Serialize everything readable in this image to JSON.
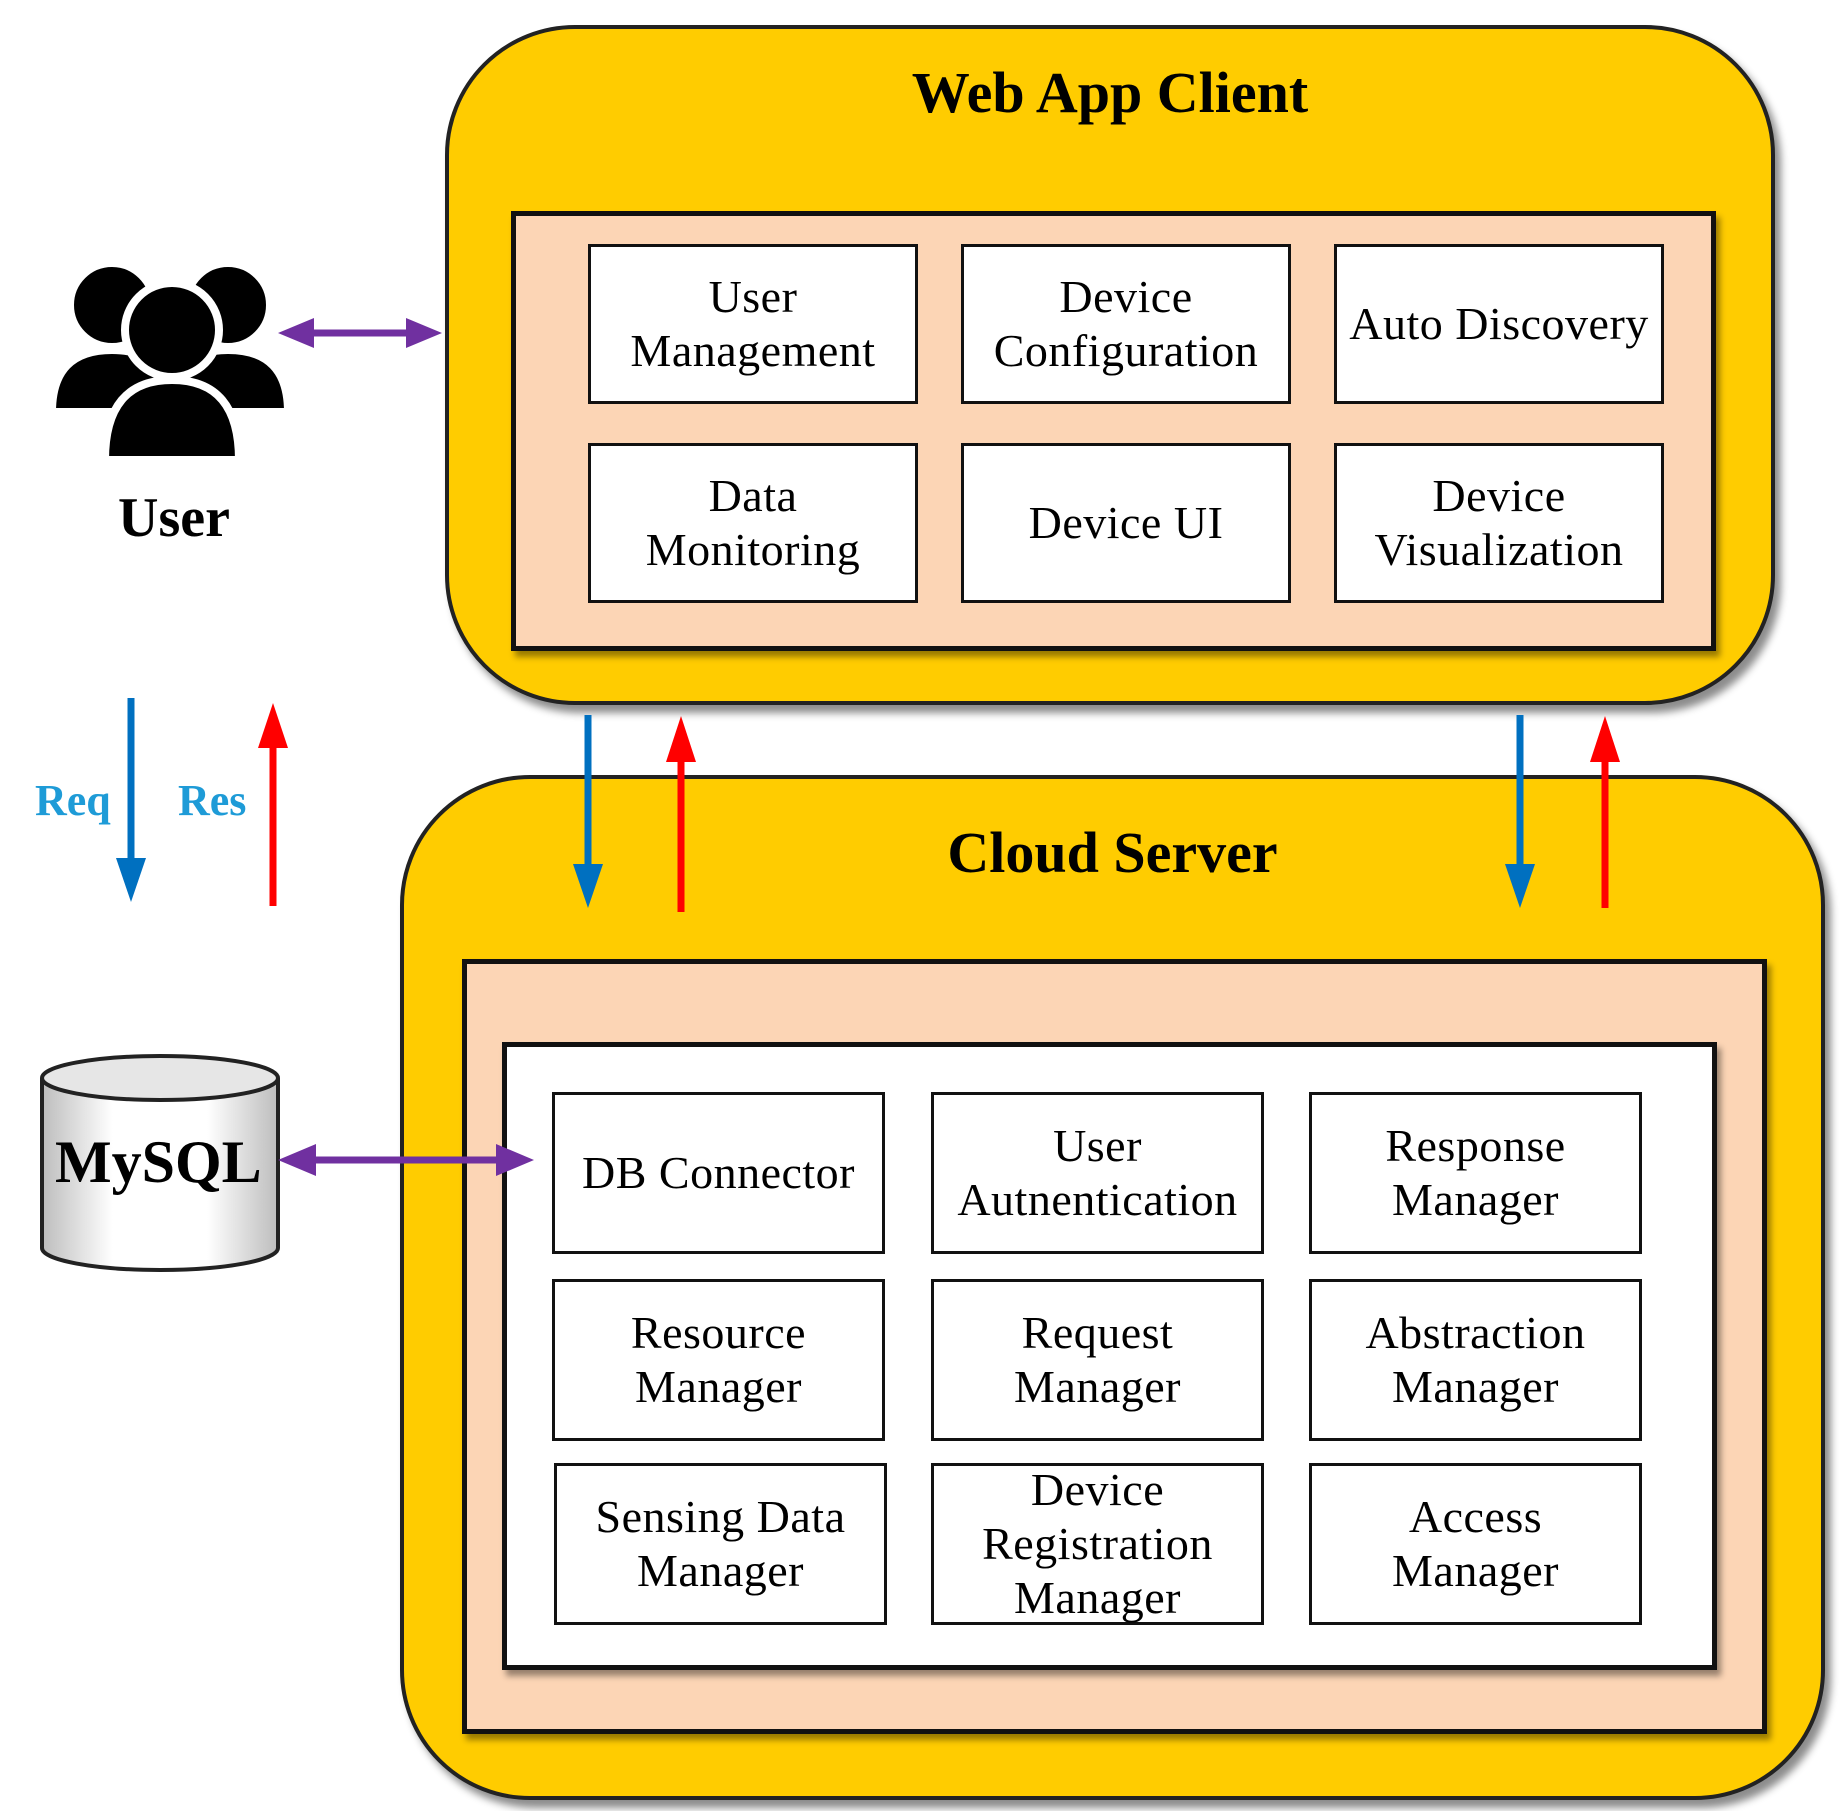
{
  "web_app_client": {
    "title": "Web App Client",
    "modules": [
      "User\nManagement",
      "Device\nConfiguration",
      "Auto Discovery",
      "Data\nMonitoring",
      "Device UI",
      "Device\nVisualization"
    ]
  },
  "cloud_server": {
    "title": "Cloud Server",
    "modules": [
      "DB Connector",
      "User\nAutnentication",
      "Response\nManager",
      "Resource\nManager",
      "Request\nManager",
      "Abstraction\nManager",
      "Sensing  Data\nManager",
      "Device\nRegistration\nManager",
      "Access\nManager"
    ]
  },
  "user": {
    "label": "User",
    "icon": "users-group-icon"
  },
  "database": {
    "label": "MySQL",
    "icon": "database-cylinder-icon"
  },
  "legend": {
    "req": "Req",
    "res": "Res"
  },
  "colors": {
    "container": "#FFCC00",
    "panel": "#FCD5B5",
    "req_arrow": "#0070C0",
    "res_arrow": "#FF0000",
    "bidirectional_arrow": "#7030A0",
    "legend_text": "#1E9BD7"
  }
}
